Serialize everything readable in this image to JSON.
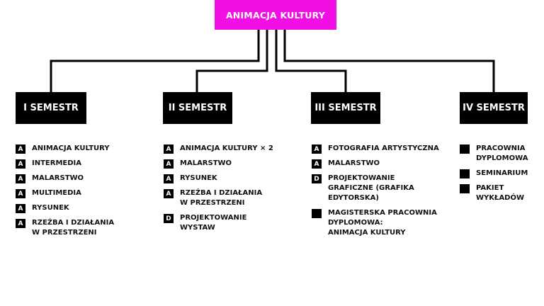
{
  "root": "ANIMACJA KULTURY",
  "semesters": [
    {
      "title": "I SEMESTR",
      "items": [
        {
          "badge": "A",
          "text": "ANIMACJA KULTURY"
        },
        {
          "badge": "A",
          "text": "INTERMEDIA"
        },
        {
          "badge": "A",
          "text": "MALARSTWO"
        },
        {
          "badge": "A",
          "text": "MULTIMEDIA"
        },
        {
          "badge": "A",
          "text": "RYSUNEK"
        },
        {
          "badge": "A",
          "text": "RZEŹBA I DZIAŁANIA\nW PRZESTRZENI"
        }
      ]
    },
    {
      "title": "II SEMESTR",
      "items": [
        {
          "badge": "A",
          "text": "ANIMACJA KULTURY × 2"
        },
        {
          "badge": "A",
          "text": "MALARSTWO"
        },
        {
          "badge": "A",
          "text": "RYSUNEK"
        },
        {
          "badge": "A",
          "text": "RZEŹBA I DZIAŁANIA\nW PRZESTRZENI"
        },
        {
          "badge": "D",
          "text": "PROJEKTOWANIE\nWYSTAW"
        }
      ]
    },
    {
      "title": "III SEMESTR",
      "items": [
        {
          "badge": "A",
          "text": "FOTOGRAFIA ARTYSTYCZNA"
        },
        {
          "badge": "A",
          "text": "MALARSTWO"
        },
        {
          "badge": "D",
          "text": "PROJEKTOWANIE\nGRAFICZNE (GRAFIKA\nEDYTORSKA)"
        },
        {
          "badge": "",
          "text": "MAGISTERSKA PRACOWNIA\nDYPLOMOWA:\nANIMACJA KULTURY"
        }
      ]
    },
    {
      "title": "IV SEMESTR",
      "items": [
        {
          "badge": "",
          "text": "PRACOWNIA\nDYPLOMOWA"
        },
        {
          "badge": "",
          "text": "SEMINARIUM"
        },
        {
          "badge": "",
          "text": "PAKIET\nWYKŁADÓW"
        }
      ]
    }
  ]
}
